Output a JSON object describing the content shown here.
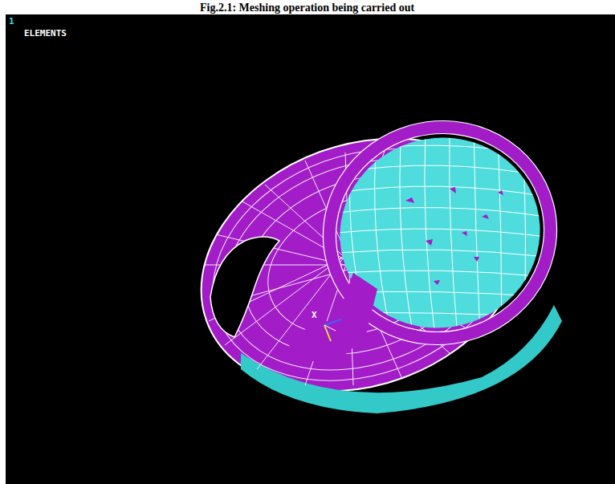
{
  "diagram": {
    "caption": "Fig.2.1: Meshing operation being carried out",
    "labels": [
      "1",
      "ELEMENTS",
      "X"
    ]
  }
}
